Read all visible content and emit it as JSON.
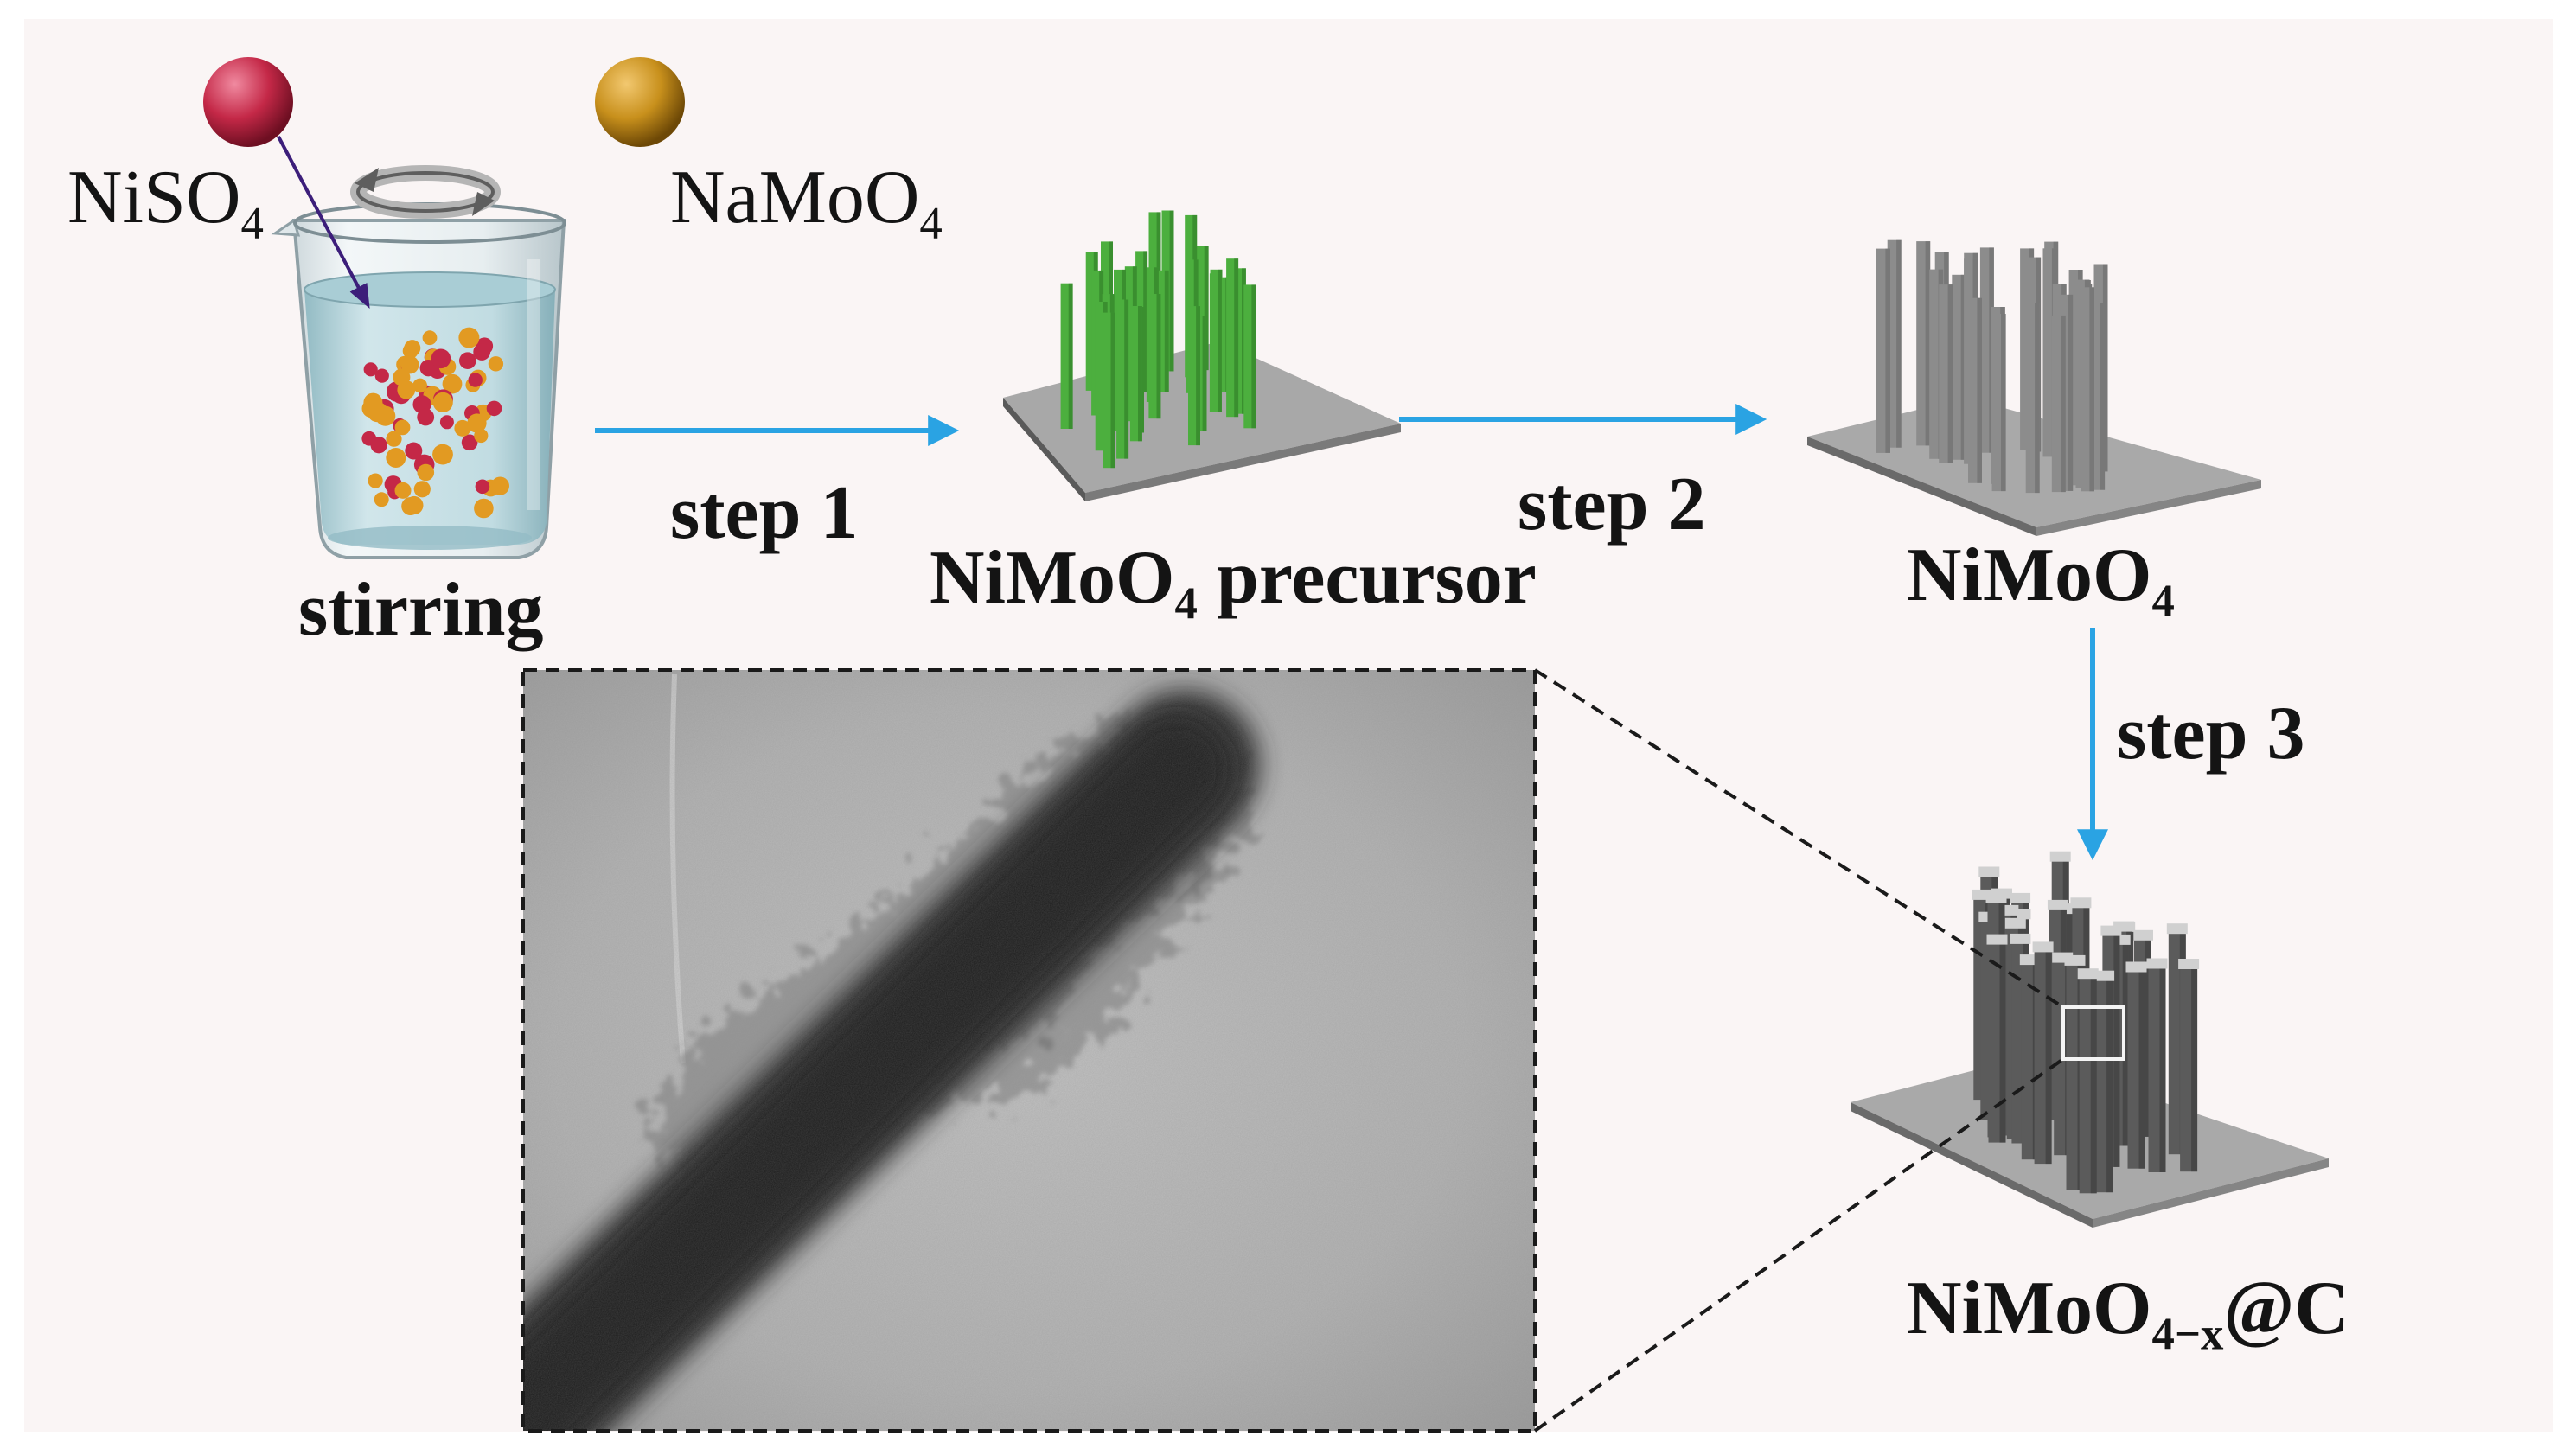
{
  "reagents": {
    "ni": {
      "formula": "NiSO",
      "sub": "4",
      "color": "#c42847"
    },
    "mo": {
      "formula": "NaMoO",
      "sub": "4",
      "color": "#c8901c"
    }
  },
  "beaker": {
    "label": "stirring"
  },
  "steps": [
    {
      "label": "step 1"
    },
    {
      "label": "step 2"
    },
    {
      "label": "step 3"
    }
  ],
  "products": {
    "precursor": {
      "pre": "NiMoO",
      "sub": "4",
      "post": " precursor",
      "rod_color": "#4caf3e"
    },
    "oxide": {
      "pre": "NiMoO",
      "sub": "4"
    },
    "final": {
      "pre": "NiMoO",
      "sub": "4−x",
      "post": "@C"
    }
  },
  "colors": {
    "background": "#faf5f5",
    "arrow": "#2aa3e3",
    "nickel": "#c42847",
    "molybdenum": "#e29a22",
    "substrate": "#9a9a9a",
    "rod_gray": "#8c8c8c",
    "rod_dark": "#5b5b5b"
  }
}
